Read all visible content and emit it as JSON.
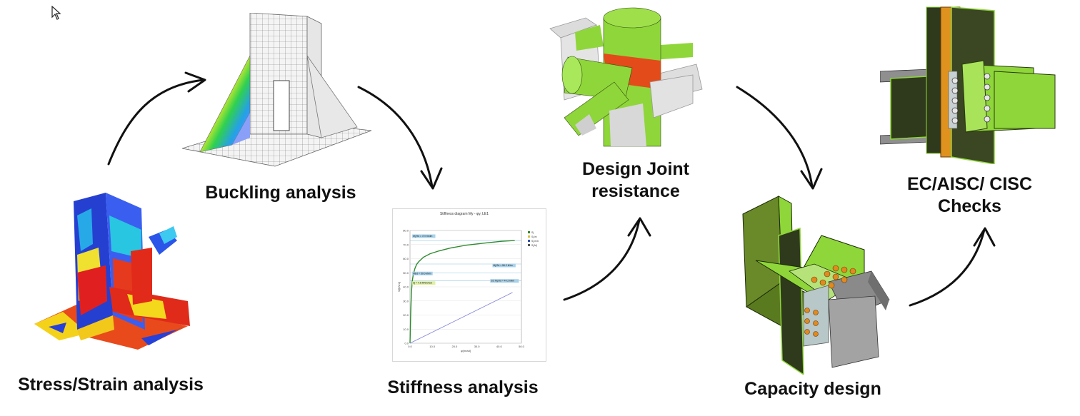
{
  "labels": {
    "stress": "Stress/Strain analysis",
    "buckling": "Buckling analysis",
    "stiffness": "Stiffness analysis",
    "design_line1": "Design Joint",
    "design_line2": "resistance",
    "capacity": "Capacity design",
    "checks_line1": "EC/AISC/ CISC",
    "checks_line2": "Checks"
  },
  "icons": {
    "cursor": "mouse-pointer-icon",
    "arrows": "curved-arrow-icon"
  },
  "colors": {
    "text": "#111111",
    "green": "#8fd63a",
    "dark_plate": "#2f3a1c",
    "orange": "#e0921f",
    "stress_red": "#e02020",
    "stress_blue": "#2030d0",
    "mesh_grey": "#d9d9d9"
  },
  "chart_data": {
    "type": "line",
    "title": "Stiffness diagram My - φy, LE1",
    "xlabel": "φ[mrad]",
    "ylabel": "M[kNm]",
    "x_ticks": [
      "0.0",
      "10.0",
      "20.0",
      "30.0",
      "40.0",
      "50.0"
    ],
    "y_ticks": [
      "0.0",
      "10.0",
      "20.0",
      "30.0",
      "40.0",
      "50.0",
      "60.0",
      "70.0",
      "80.0"
    ],
    "xlim": [
      0,
      50
    ],
    "ylim": [
      0,
      80
    ],
    "annotations": [
      "Mj,Rd = 72.9 kNm",
      "Mj,Rd = 56.2 kNm",
      "MEd = 50.0 kNm",
      "2/3 Mj,Rd = 44.2 kNm",
      "Sj = 4.6 MNm/rad"
    ],
    "legend": [
      "Sj",
      "Sj,ini",
      "Sj,ini b",
      "Sj,Mj"
    ],
    "series": [
      {
        "name": "Sj",
        "x": [
          0,
          0.3,
          0.6,
          1,
          1.5,
          2.2,
          3,
          4,
          6,
          9,
          13,
          18,
          25,
          33,
          41,
          47
        ],
        "y": [
          0,
          20,
          35,
          44,
          49,
          53,
          56,
          58,
          61,
          63.5,
          65.5,
          67.5,
          69.5,
          71,
          72.3,
          72.9
        ]
      },
      {
        "name": "Sj,ini",
        "x": [
          0,
          46
        ],
        "y": [
          0,
          36
        ]
      }
    ]
  }
}
